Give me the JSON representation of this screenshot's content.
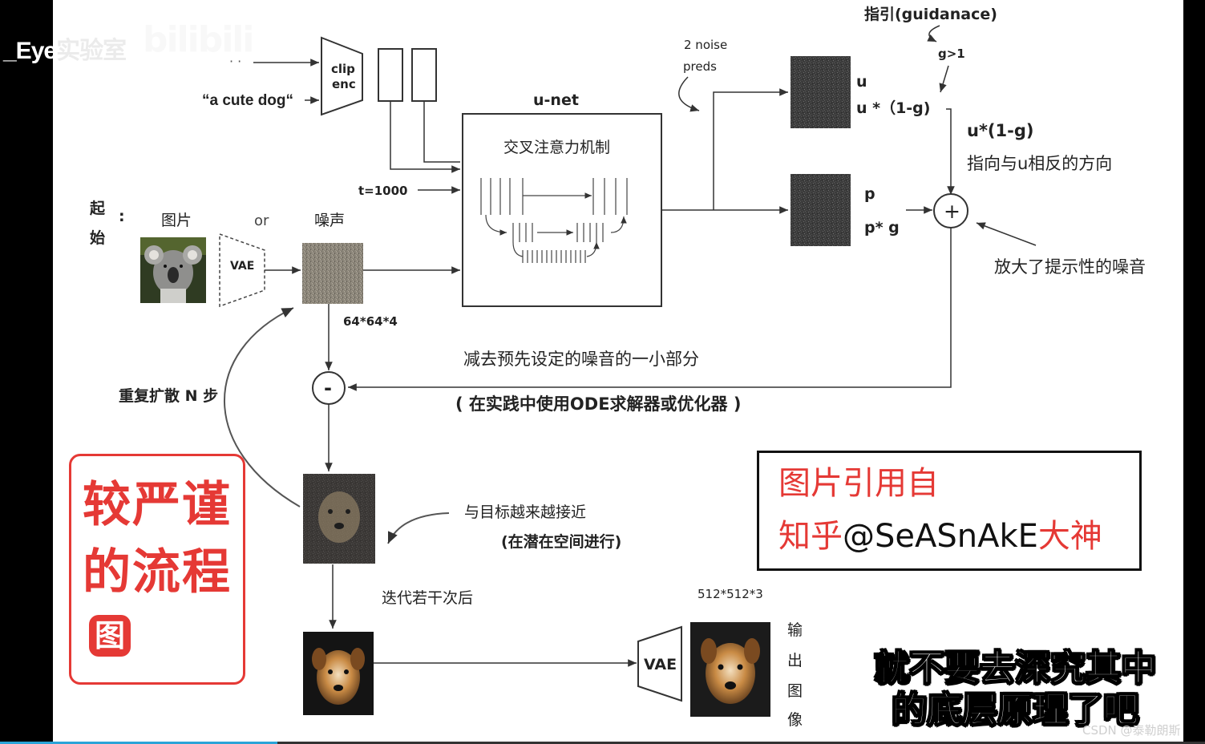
{
  "watermark": {
    "name_prefix": "_Eye",
    "name_rest": "实验室",
    "platform": "bilibili"
  },
  "texts": {
    "dots": "· ·",
    "clip_enc": "clip",
    "clip_enc_2": "enc",
    "prompt": "“a cute dog“",
    "unet_label": "u-net",
    "cross_attention": "交叉注意力机制",
    "timestep": "t=1000",
    "noise_preds_1": "2 noise",
    "noise_preds_2": "preds",
    "start_1": "起",
    "start_2": "始",
    "start_colon": ":",
    "image_label": "图片",
    "or_label": "or",
    "noise_label": "噪声",
    "vae_encoder": "VAE",
    "latent_size": "64*64*4",
    "guidance_title": "指引(guidanace)",
    "g_gt_1": "g>1",
    "u_label": "u",
    "u_times": "u *（1-g)",
    "p_label": "p",
    "p_times": "p* g",
    "u_formula": "u*(1-g)",
    "u_opposite": "指向与u相反的方向",
    "amplified": "放大了提示性的噪音",
    "plus_sign": "+",
    "minus_sign": "-",
    "subtract_note": "减去预先设定的噪音的一小部分",
    "ode_note": "( 在实践中使用ODE求解器或优化器 )",
    "repeat_n": "重复扩散 N 步",
    "closer_1": "与目标越来越接近",
    "closer_2": "(在潜在空间进行)",
    "after_iter": "迭代若干次后",
    "output_size": "512*512*3",
    "vae_decoder": "VAE",
    "output_1": "输",
    "output_2": "出",
    "output_3": "图",
    "output_4": "像"
  },
  "stamp": {
    "line1": "较严谨",
    "line2": "的流程",
    "glyph": "图"
  },
  "reference": {
    "line1": "图片引用自",
    "line2_red_a": "知乎",
    "line2_black": "@SeASnAkE",
    "line2_red_b": "大神"
  },
  "subtitle": {
    "line1": "就不要去深究其中",
    "line2": "的底层原理了吧"
  },
  "credit": "CSDN @泰勒朗斯",
  "progress": {
    "fraction": 0.23
  },
  "colors": {
    "accent_red": "#e53935",
    "progress_blue": "#2aa4d8"
  },
  "icons": [
    "koala-photo",
    "noise-image",
    "dog-photo",
    "vae-trapezoid",
    "plus-circle-icon",
    "minus-circle-icon"
  ]
}
